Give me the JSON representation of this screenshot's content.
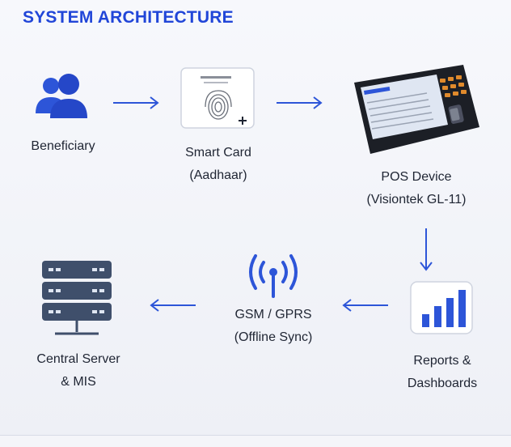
{
  "title": "SYSTEM ARCHITECTURE",
  "nodes": {
    "beneficiary": {
      "label": "Beneficiary",
      "icon": "users-icon"
    },
    "smart_card": {
      "label_line1": "Smart Card",
      "label_line2": "(Aadhaar)",
      "icon": "fingerprint-card-icon"
    },
    "pos_device": {
      "label_line1": "POS Device",
      "label_line2": "(Visiontek GL-11)",
      "icon": "pos-terminal-icon"
    },
    "reports": {
      "label_line1": "Reports &",
      "label_line2": "Dashboards",
      "icon": "bar-chart-icon"
    },
    "gsm": {
      "label_line1": "GSM / GPRS",
      "label_line2": "(Offline Sync)",
      "icon": "wireless-signal-icon"
    },
    "server": {
      "label_line1": "Central Server",
      "label_line2": "& MIS",
      "icon": "server-rack-icon"
    }
  },
  "colors": {
    "accent": "#2146d8",
    "icon_blue": "#2d55d8",
    "dark": "#1c1f26"
  }
}
